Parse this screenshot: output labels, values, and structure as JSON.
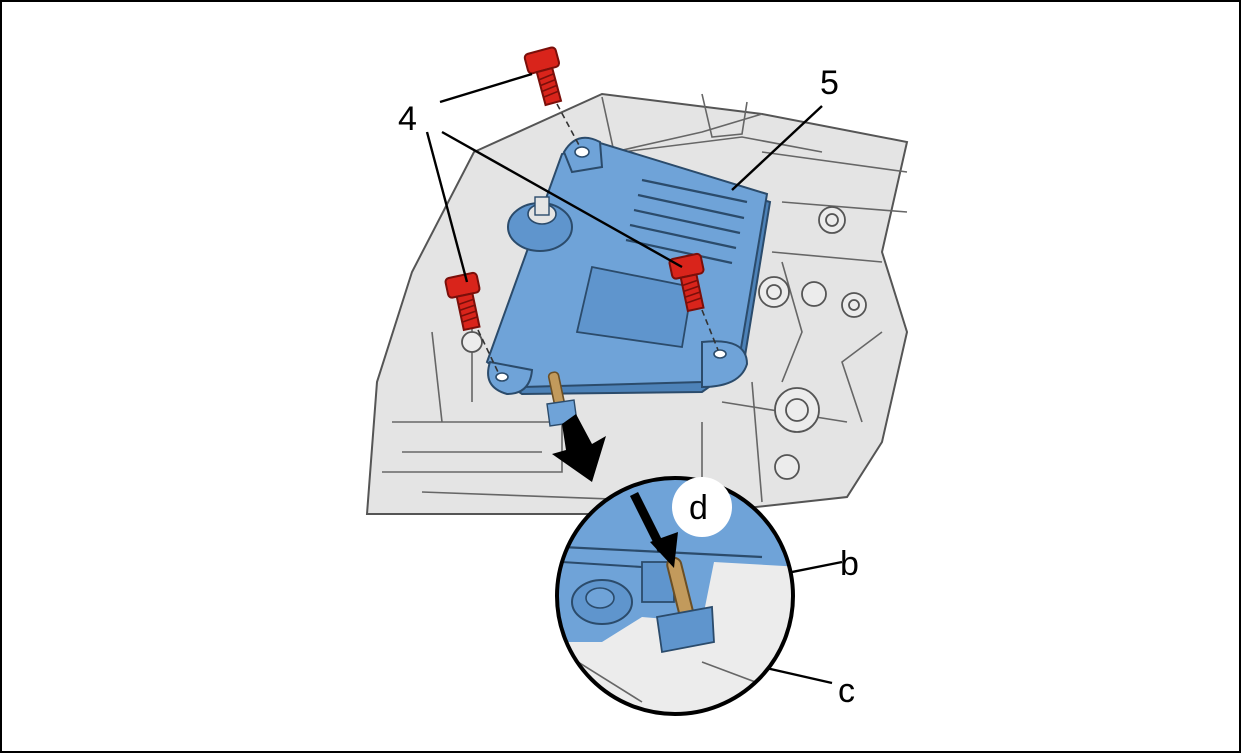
{
  "figure": {
    "callouts": {
      "bolt_group": "4",
      "cover": "5",
      "circle_marker": "d",
      "pin": "b",
      "tab": "c"
    }
  },
  "colors": {
    "frame": "#000000",
    "background": "#ffffff",
    "housing_fill": "#e4e4e4",
    "housing_line": "#555555",
    "cover_fill": "#6fa3d8",
    "cover_shadow": "#4d82b8",
    "bolt_fill": "#d9241b",
    "pin_fill": "#c29a5c",
    "arrow": "#000000"
  },
  "icons": [
    "bolt-icon",
    "down-arrow-icon",
    "push-arrow-icon"
  ]
}
